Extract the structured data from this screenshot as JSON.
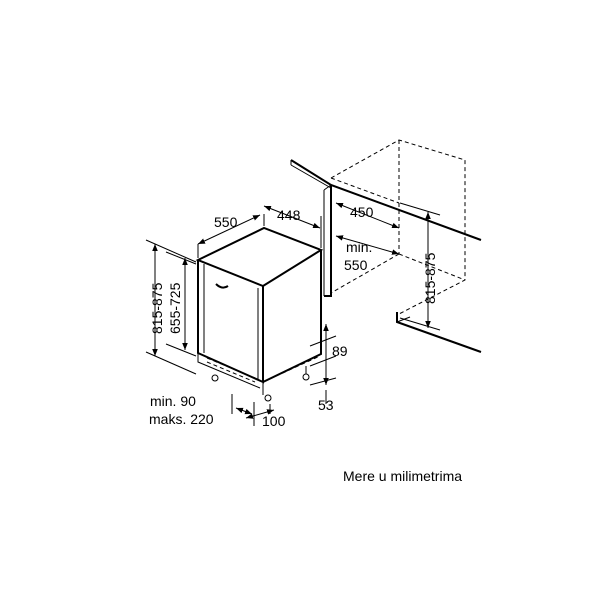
{
  "dimensions": {
    "width_depth": "550",
    "width_front": "448",
    "height_range_outer": "815-875",
    "height_range_inner": "655-725",
    "min_90": "min. 90",
    "max_220": "maks. 220",
    "foot_100": "100",
    "plinth_89": "89",
    "plinth_53": "53",
    "niche_depth_450": "450",
    "min_label": "min.",
    "niche_min_550": "550",
    "niche_height": "815-875"
  },
  "caption": "Mere u milimetrima"
}
